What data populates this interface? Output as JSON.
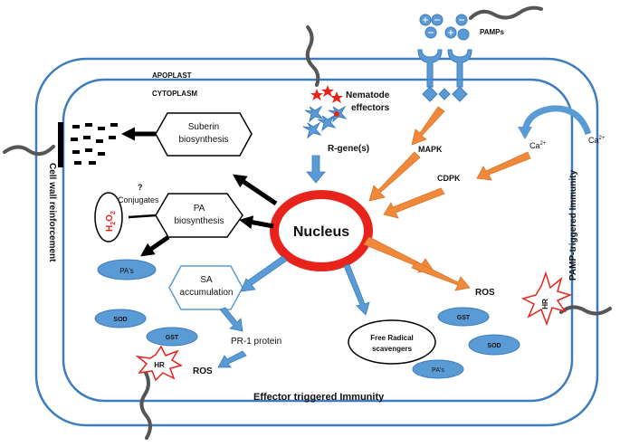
{
  "regions": {
    "apoplast": "APOPLAST",
    "cytoplasm": "CYTOPLASM",
    "cell_wall": "Cell wall reinforcement",
    "pamp_immunity": "PAMP-triggered Immunity",
    "effector_immunity": "Effector triggered Immunity"
  },
  "nodes": {
    "nucleus": "Nucleus",
    "suberin_1": "Suberin",
    "suberin_2": "biosynthesis",
    "pa_1": "PA",
    "pa_2": "biosynthesis",
    "conj_q": "?",
    "conjugates": "Conjugates",
    "h2o2_main": "H",
    "h2o2_sub1": "2",
    "h2o2_o": "O",
    "h2o2_sub2": "2",
    "sa_1": "SA",
    "sa_2": "accumulation",
    "pr1": "PR-1 protein",
    "ros_left": "ROS",
    "ros_right": "ROS",
    "free_radical_1": "Free Radical",
    "free_radical_2": "scavengers",
    "nematode_1": "Nematode",
    "nematode_2": "effectors",
    "r_genes": "R-gene(s)",
    "pamps": "PAMPs",
    "mapk": "MAPK",
    "cdpk": "CDPK",
    "ca_inner": "Ca",
    "ca_inner_sup": "2+",
    "ca_outer": "Ca",
    "ca_outer_sup": "2+"
  },
  "clouds": {
    "pas_left": "PA's",
    "sod_left": "SOD",
    "gst_left": "GST",
    "gst_right": "GST",
    "sod_right": "SOD",
    "pas_right": "PA's"
  },
  "hr": {
    "left": "HR",
    "right": "HR"
  },
  "colors": {
    "nucleus_ring": "#e8231c",
    "orange_arrow": "#f08a3a",
    "blue_arrow": "#5b9bd5",
    "cloud_fill": "#5b9bd5",
    "membrane": "#3d7cbf",
    "star_red": "#e8231c",
    "h2o2": "#e8231c"
  }
}
